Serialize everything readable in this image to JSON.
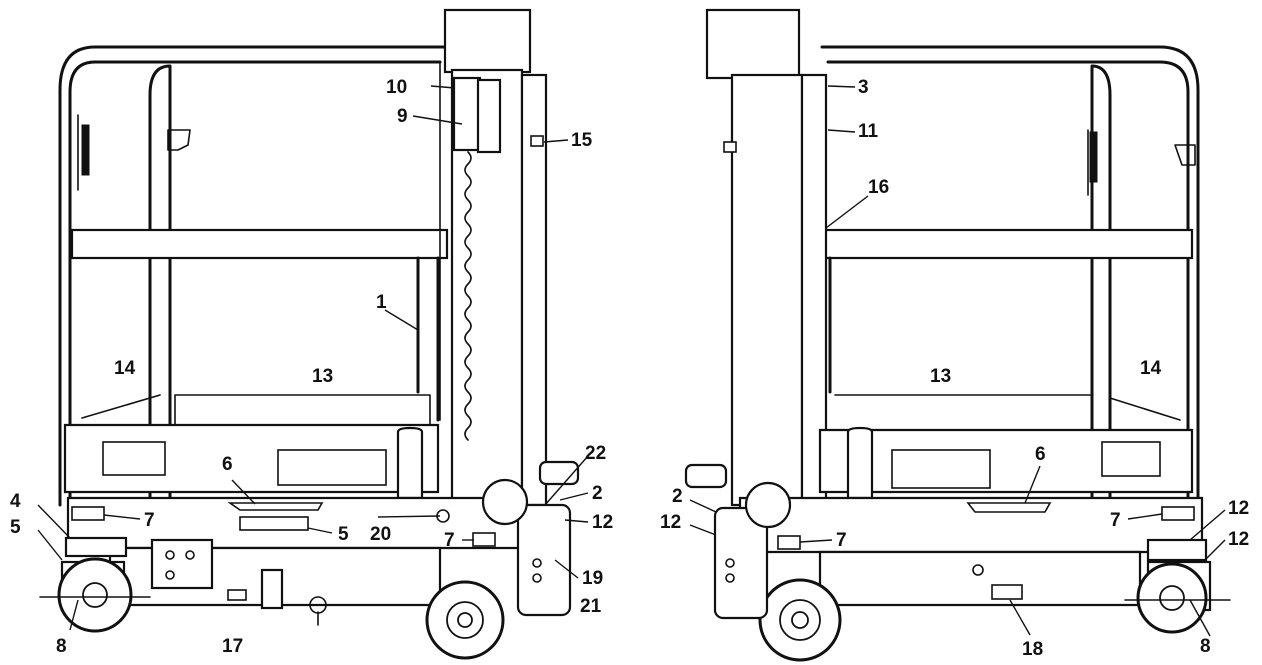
{
  "callouts": {
    "left": {
      "c1": "1",
      "c2": "2",
      "c4": "4",
      "c5a": "5",
      "c5b": "5",
      "c6": "6",
      "c7a": "7",
      "c7b": "7",
      "c8": "8",
      "c9": "9",
      "c10": "10",
      "c12": "12",
      "c13": "13",
      "c14": "14",
      "c15": "15",
      "c17": "17",
      "c19": "19",
      "c20": "20",
      "c21": "21",
      "c22": "22"
    },
    "right": {
      "c2": "2",
      "c3": "3",
      "c6": "6",
      "c7a": "7",
      "c7b": "7",
      "c8": "8",
      "c11": "11",
      "c12a": "12",
      "c12b": "12",
      "c12c": "12",
      "c13": "13",
      "c14": "14",
      "c16": "16",
      "c18": "18"
    }
  }
}
